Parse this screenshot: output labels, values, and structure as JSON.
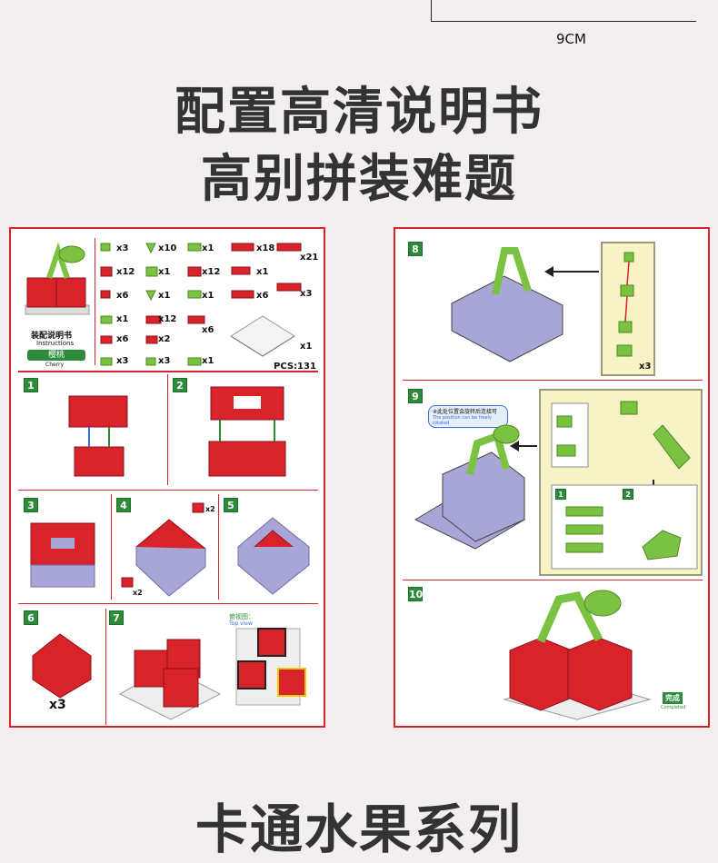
{
  "dimension_label": "9CM",
  "headline_1": "配置高清说明书",
  "headline_2": "高别拼装难题",
  "footer_title": "卡通水果系列",
  "left_panel": {
    "title_cn": "装配说明书",
    "title_en": "Instructions",
    "product_cn": "樱桃",
    "product_en": "Cherry",
    "pcs": "PCS:131",
    "parts_col1": [
      "x3",
      "x12",
      "x6",
      "x1",
      "x6",
      "x3"
    ],
    "parts_col2": [
      "x10",
      "x1",
      "x1",
      "x12",
      "x2",
      "x3"
    ],
    "parts_col3": [
      "x1",
      "x12",
      "x1",
      "x6",
      "x1"
    ],
    "parts_col4": [
      "x18",
      "x1",
      "x6"
    ],
    "parts_col5": [
      "x21",
      "x3"
    ],
    "plate_qty": "x1",
    "steps": [
      "1",
      "2",
      "3",
      "4",
      "5",
      "6",
      "7"
    ],
    "step4_qty_a": "x2",
    "step4_qty_b": "x2",
    "step6_qty": "x3",
    "top_view_cn": "俯视图：",
    "top_view_en": "Top view"
  },
  "right_panel": {
    "steps": [
      "8",
      "9",
      "10"
    ],
    "step8_qty": "x3",
    "step9_note_cn": "※此处位置会旋转后连接可",
    "step9_note_en": "The position can be freely rotated",
    "sub_steps": [
      "1",
      "2"
    ],
    "completed_cn": "完成",
    "completed_en": "Completed"
  },
  "colors": {
    "red": "#d9232b",
    "green": "#7cc242",
    "purple": "#a7a6d6",
    "step_green": "#2e8b3c"
  }
}
